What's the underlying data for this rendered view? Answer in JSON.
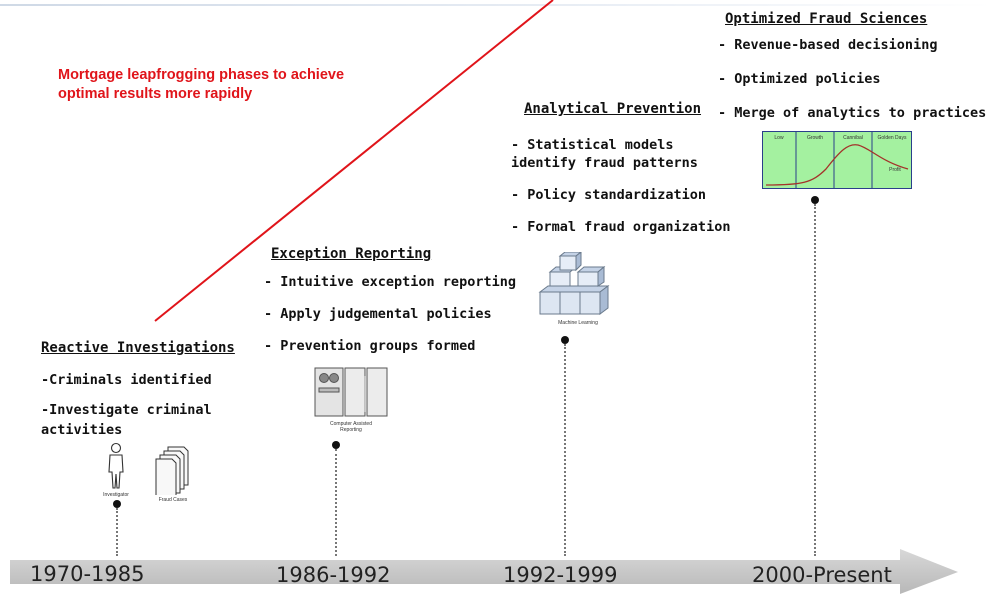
{
  "callout": "Mortgage leapfrogging phases to achieve\noptimal results more rapidly",
  "phases": [
    {
      "title": "Reactive Investigations",
      "bullets": [
        "-Criminals identified",
        "-Investigate criminal\nactivities"
      ],
      "captions": [
        "Investigator",
        "Fraud Cases"
      ],
      "year": "1970-1985"
    },
    {
      "title": "Exception Reporting",
      "bullets": [
        "- Intuitive exception reporting",
        "- Apply judgemental policies",
        "- Prevention groups formed"
      ],
      "captions": [
        "Computer Assisted\nReporting"
      ],
      "year": "1986-1992"
    },
    {
      "title": "Analytical Prevention",
      "bullets": [
        "- Statistical models\n  identify fraud patterns",
        "- Policy standardization",
        "- Formal fraud organization"
      ],
      "captions": [
        "Machine Learning"
      ],
      "year": "1992-1999"
    },
    {
      "title": "Optimized Fraud Sciences",
      "bullets": [
        "- Revenue-based decisioning",
        "- Optimized policies",
        "- Merge of analytics to practices"
      ],
      "chart_labels": [
        "Low",
        "Growth",
        "Cannibal",
        "Golden Days",
        "Profit"
      ],
      "year": "2000-Present"
    }
  ],
  "colors": {
    "callout": "#e0141a",
    "trend_line": "#e0141a",
    "arrow": "#c4c4c4",
    "mini_chart_fill": "#a4f1a0"
  },
  "icons": [
    "investigator-icon",
    "fraud-cases-icon",
    "computer-icon",
    "blocks-icon",
    "lifecycle-chart-icon"
  ]
}
